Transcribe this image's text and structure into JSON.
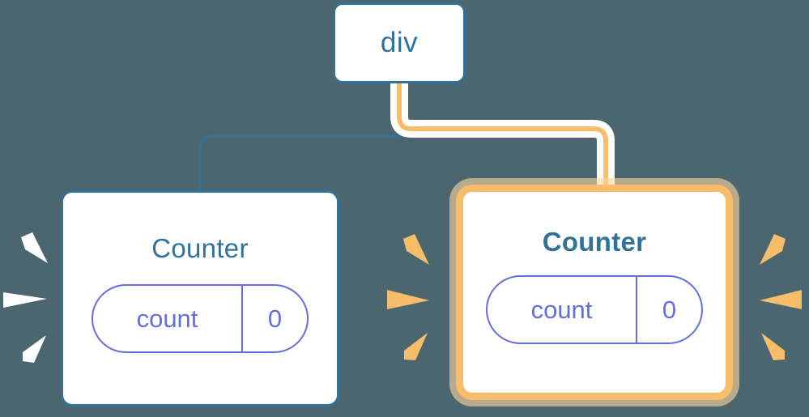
{
  "diagram": {
    "type": "component-tree",
    "title": "div",
    "background_color": "#4c6670",
    "nodes": [
      {
        "id": "root",
        "label": "div",
        "kind": "element",
        "highlighted": false,
        "border_color": "#31729a"
      },
      {
        "id": "counter-left",
        "label": "Counter",
        "kind": "component",
        "highlighted": false,
        "border_color": "#31729a",
        "state": {
          "key": "count",
          "value": "0"
        },
        "spark_color": "#ffffff"
      },
      {
        "id": "counter-right",
        "label": "Counter",
        "kind": "component",
        "highlighted": true,
        "border_color": "#f7bd6b",
        "state": {
          "key": "count",
          "value": "0"
        },
        "spark_color": "#f7bd6b"
      }
    ],
    "edges": [
      {
        "from": "root",
        "to": "counter-left",
        "color": "#31729a",
        "highlighted": false
      },
      {
        "from": "root",
        "to": "counter-right",
        "color": "#f7bd6b",
        "highlighted": true
      }
    ],
    "colors": {
      "background": "#4c6670",
      "blue": "#31729a",
      "orange": "#f7bd6b",
      "orange_glow": "#fad5a0",
      "purple": "#6270dd",
      "white": "#ffffff"
    }
  }
}
